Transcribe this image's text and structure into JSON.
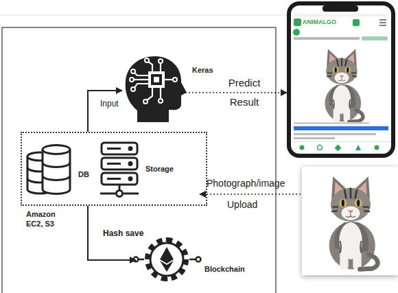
{
  "diagram": {
    "nodes": [
      {
        "text": [
          "Keras"
        ]
      },
      {
        "text": [
          "ANIMALGO"
        ]
      },
      {
        "text": [
          "Amazon EC2, S3"
        ]
      },
      {
        "text": [
          "DB"
        ],
        "in": 2
      },
      {
        "text": [
          "Storage"
        ],
        "in": 2
      },
      {
        "text": [
          "Blockchain"
        ]
      }
    ],
    "edges": [
      {
        "from": 2,
        "to": 0,
        "label": "Input",
        "arrow": "to"
      },
      {
        "from": 0,
        "to": 1,
        "label": "Predict Result",
        "arrow": "to"
      },
      {
        "from": 2,
        "to": 5,
        "label": "Hash save",
        "arrow": "to"
      }
    ],
    "labels": [
      "Photograph/image",
      "Upload"
    ]
  }
}
